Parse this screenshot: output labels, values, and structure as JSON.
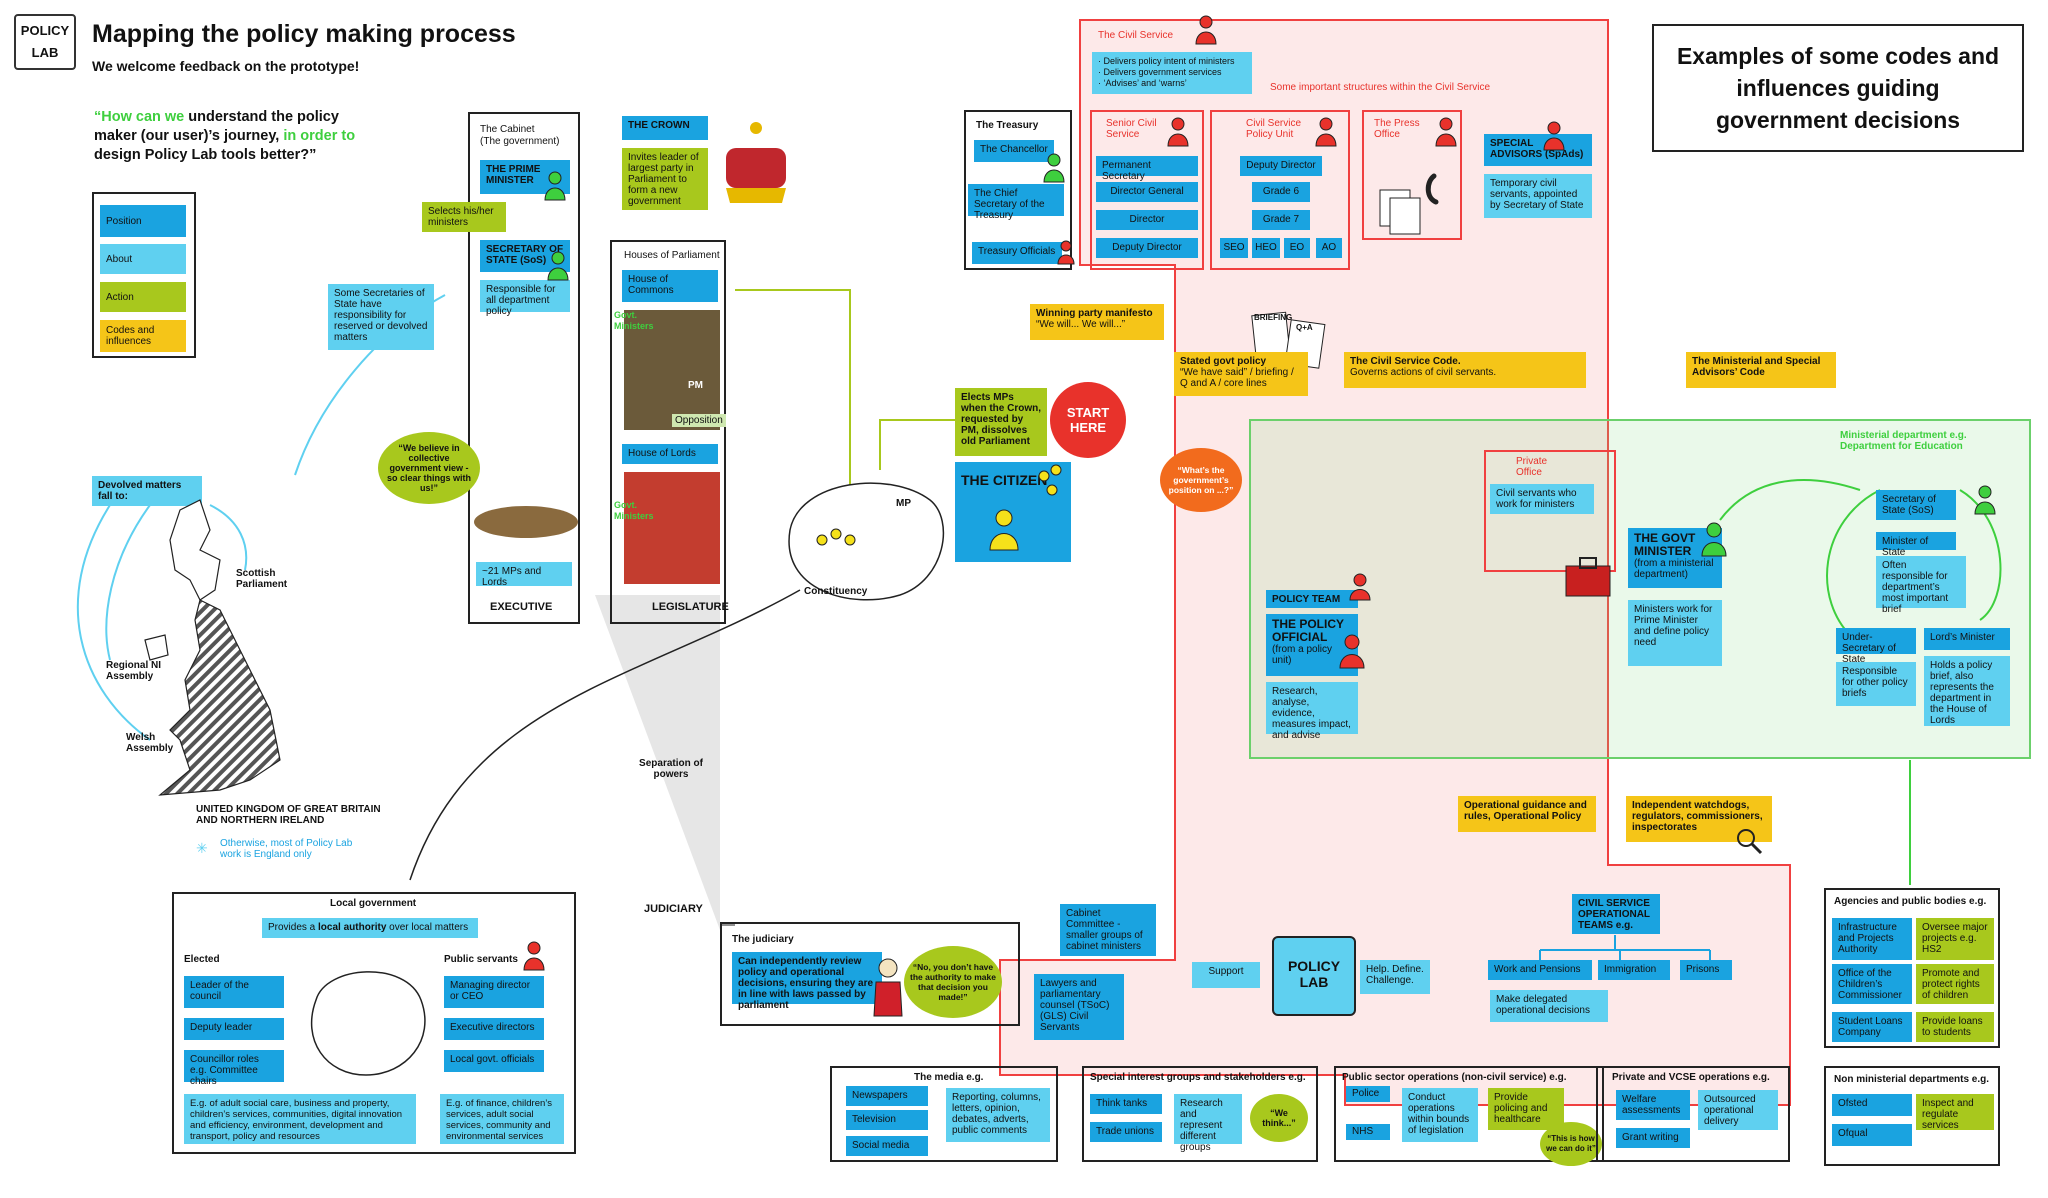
{
  "header": {
    "logo_text": "POLICY LAB",
    "title": "Mapping the policy making process",
    "subtitle": "We welcome feedback on the prototype!",
    "question_part1": "“How can we",
    "question_part2": " understand the policy maker (our user)’s journey,",
    "question_part3": " in order to",
    "question_part4": " design Policy Lab tools better?”"
  },
  "legend": {
    "position": "Position",
    "about": "About",
    "action": "Action",
    "codes": "Codes and influences"
  },
  "executive": {
    "cabinet_title": "The Cabinet",
    "cabinet_sub": "(The government)",
    "pm": "THE PRIME MINISTER",
    "selects": "Selects his/her ministers",
    "sos": "SECRETARY OF STATE (SoS)",
    "sos_resp": "Responsible for all department policy",
    "some_sos": "Some Secretaries of State have responsibility for reserved or devolved matters",
    "believe": "“We believe in collective government view - so clear things with us!”",
    "mps_lords": "~21 MPs and Lords",
    "label": "EXECUTIVE"
  },
  "crown": {
    "title": "THE CROWN",
    "desc": "Invites leader of largest party in Parliament to form a new government"
  },
  "legislature": {
    "houses": "Houses of Parliament",
    "commons": "House of Commons",
    "govt_ministers": "Govt. Ministers",
    "pm_label": "PM",
    "opposition": "Opposition",
    "lords": "House of Lords",
    "govt_ministers2": "Govt. Ministers",
    "label": "LEGISLATURE"
  },
  "citizen": {
    "elects": "Elects MPs when the Crown, requested by PM, dissolves old Parliament",
    "start": "START HERE",
    "citizen": "THE CITIZEN",
    "mp": "MP",
    "constituency": "Constituency"
  },
  "devolved": {
    "title": "Devolved matters fall to:",
    "scottish": "Scottish Parliament",
    "ni": "Regional NI Assembly",
    "welsh": "Welsh Assembly",
    "uk": "UNITED KINGDOM OF GREAT BRITAIN AND NORTHERN IRELAND",
    "otherwise": "Otherwise, most of Policy Lab work is England only"
  },
  "separation": "Separation of powers",
  "judiciary_label": "JUDICIARY",
  "judiciary": {
    "title": "The judiciary",
    "desc": "Can independently review policy and operational decisions, ensuring they are in line with laws passed by parliament",
    "quote": "“No, you don’t have the authority to make that decision you made!”"
  },
  "local": {
    "title": "Local government",
    "provides_a": "Provides a ",
    "provides_b": "local authority",
    "provides_c": " over local matters",
    "elected": "Elected",
    "public_servants": "Public servants",
    "leader": "Leader of the council",
    "deputy": "Deputy leader",
    "councillor": "Councillor roles e.g. Committee chairs",
    "md": "Managing director or CEO",
    "exec_dir": "Executive directors",
    "local_officials": "Local govt. officials",
    "eg_elected": "E.g. of adult social care, business and property, children’s services, communities, digital innovation and efficiency, environment, development and transport, policy and resources",
    "eg_servants": "E.g. of finance, children’s services, adult social services, community and environmental services"
  },
  "treasury": {
    "title": "The Treasury",
    "chancellor": "The Chancellor",
    "chief_sec": "The Chief Secretary of the Treasury",
    "officials": "Treasury Officials"
  },
  "civil_service": {
    "title": "The Civil Service",
    "bullets": "· Delivers policy intent of ministers\n· Delivers government services\n· ‘Advises’ and ‘warns’",
    "structures": "Some important structures within the Civil Service",
    "senior": "Senior Civil Service",
    "perm_sec": "Permanent Secretary",
    "dir_gen": "Director General",
    "director": "Director",
    "deputy_dir": "Deputy Director",
    "cs_policy": "Civil Service Policy Unit",
    "deputy_dir2": "Deputy Director",
    "grade6": "Grade 6",
    "grade7": "Grade 7",
    "seo": "SEO",
    "heo": "HEO",
    "eo": "EO",
    "ao": "AO",
    "press": "The Press Office",
    "spads": "SPECIAL ADVISORS (SpAds)",
    "spads_desc": "Temporary civil servants, appointed by Secretary of State"
  },
  "title_box": "Examples of some codes and influences guiding government decisions",
  "influences": {
    "manifesto_title": "Winning party manifesto",
    "manifesto_quote": "“We will... We will...”",
    "briefing_icon": "BRIEFING",
    "qa_icon": "Q+A",
    "stated_title": "Stated govt policy",
    "stated_desc": "“We have said” / briefing / Q and A / core lines",
    "cs_code_title": "The Civil Service Code.",
    "cs_code_desc": "Governs actions of civil servants.",
    "ministerial_code": "The Ministerial and Special Advisors’ Code",
    "whats_position": "“What’s the government’s position on ...?”",
    "operational": "Operational guidance and rules, Operational Policy",
    "watchdogs": "Independent watchdogs, regulators, commissioners, inspectorates"
  },
  "policy": {
    "team": "POLICY TEAM",
    "official": "THE POLICY OFFICIAL",
    "official_sub": "(from a policy unit)",
    "actions": "Research, analyse, evidence, measures impact, and advise",
    "private_office": "Private Office",
    "private_desc": "Civil servants who work for ministers"
  },
  "ministerial": {
    "dept": "Ministerial department e.g. Department for Education",
    "govt_minister": "THE GOVT MINISTER",
    "gm_sub": "(from a ministerial department)",
    "gm_desc": "Ministers work for Prime Minister and define policy need",
    "sos": "Secretary of State (SoS)",
    "mos": "Minister of State",
    "often": "Often responsible for department’s most important brief",
    "under": "Under-Secretary of State",
    "lords_min": "Lord’s Minister",
    "under_desc": "Responsible for other policy briefs",
    "lords_desc": "Holds a policy brief, also represents the department in the House of Lords"
  },
  "bottom_center": {
    "cabinet_committee": "Cabinet Committee - smaller groups of cabinet ministers",
    "lawyers": "Lawyers and parliamentary counsel (TSoC) (GLS) Civil Servants",
    "support": "Support",
    "lab_logo": "POLICY LAB",
    "help": "Help. Define. Challenge.",
    "ops_title": "CIVIL SERVICE OPERATIONAL TEAMS e.g.",
    "work_pensions": "Work and Pensions",
    "immigration": "Immigration",
    "prisons": "Prisons",
    "delegated": "Make delegated operational decisions"
  },
  "agencies": {
    "title": "Agencies and public bodies e.g.",
    "ipa": "Infrastructure and Projects Authority",
    "ipa_desc": "Oversee major projects e.g. HS2",
    "occ": "Office of the Children’s Commissioner",
    "occ_desc": "Promote and protect rights of children",
    "slc": "Student Loans Company",
    "slc_desc": "Provide loans to students"
  },
  "non_ministerial": {
    "title": "Non ministerial departments e.g.",
    "ofsted": "Ofsted",
    "ofsted_desc": "Inspect and regulate services",
    "ofqual": "Ofqual"
  },
  "media": {
    "title": "The media e.g.",
    "newspapers": "Newspapers",
    "television": "Television",
    "social": "Social media",
    "desc": "Reporting, columns, letters, opinion, debates, adverts, public comments"
  },
  "special_interest": {
    "title": "Special interest groups and stakeholders e.g.",
    "think_tanks": "Think tanks",
    "trade_unions": "Trade unions",
    "desc": "Research and represent different groups",
    "quote": "“We think...”"
  },
  "public_sector": {
    "title": "Public sector operations (non-civil service) e.g.",
    "police": "Police",
    "nhs": "NHS",
    "desc": "Conduct operations within bounds of legislation",
    "provide": "Provide policing and healthcare",
    "quote": "“This is how we can do it”"
  },
  "private_vcse": {
    "title": "Private and VCSE operations e.g.",
    "welfare": "Welfare assessments",
    "grant": "Grant writing",
    "outsourced": "Outsourced operational delivery"
  },
  "colors": {
    "blue": "#1aa3e0",
    "light_blue": "#5fd0f0",
    "green": "#a8c81d",
    "yellow": "#f5c518",
    "red": "#e8322b",
    "bright_green": "#3ecf3e"
  }
}
